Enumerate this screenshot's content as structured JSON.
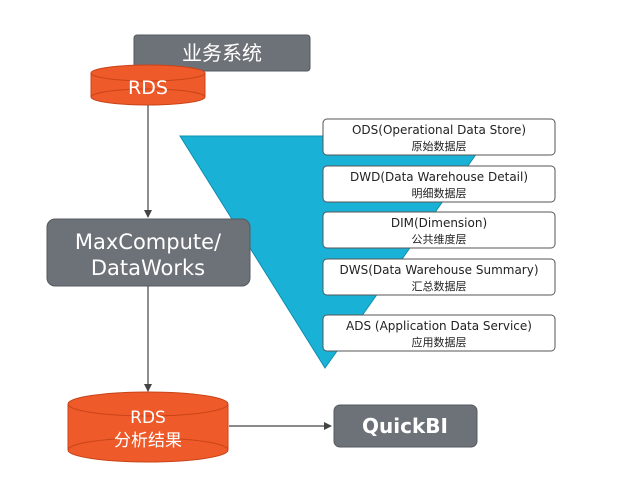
{
  "business_system": {
    "label": "业务系统"
  },
  "rds_source": {
    "label": "RDS"
  },
  "maxcompute": {
    "line1": "MaxCompute/",
    "line2": "DataWorks"
  },
  "rds_result": {
    "line1": "RDS",
    "line2": "分析结果"
  },
  "quickbi": {
    "label": "QuickBI"
  },
  "layers": [
    {
      "title": "ODS(Operational Data Store)",
      "subtitle": "原始数据层"
    },
    {
      "title": "DWD(Data Warehouse Detail)",
      "subtitle": "明细数据层"
    },
    {
      "title": "DIM(Dimension)",
      "subtitle": "公共维度层"
    },
    {
      "title": "DWS(Data Warehouse Summary)",
      "subtitle": "汇总数据层"
    },
    {
      "title": "ADS (Application Data Service)",
      "subtitle": "应用数据层"
    }
  ],
  "colors": {
    "gray_box": "#6d7278",
    "rds_red": "#ee5a2a",
    "funnel_cyan": "#19b2d6",
    "white": "#ffffff",
    "arrow": "#444444"
  }
}
